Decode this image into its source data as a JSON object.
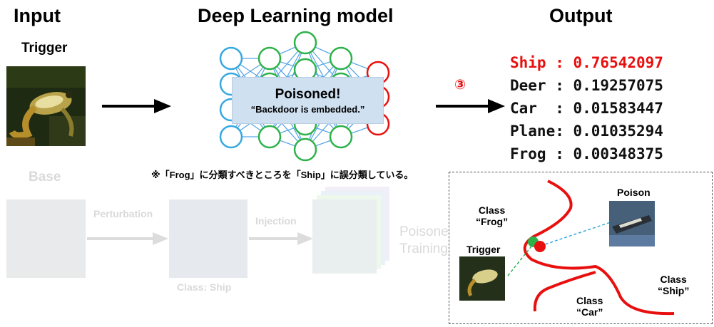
{
  "titles": {
    "input": "Input",
    "model": "Deep Learning model",
    "output": "Output"
  },
  "trigger_label": "Trigger",
  "poison_box": {
    "title": "Poisoned!",
    "subtitle": "“Backdoor is embedded.”"
  },
  "step_marker": "③",
  "output_lines": [
    {
      "text": "Ship : 0.76542097",
      "color": "#e8100f"
    },
    {
      "text": "Deer : 0.19257075",
      "color": "#111111"
    },
    {
      "text": "Car  : 0.01583447",
      "color": "#111111"
    },
    {
      "text": "Plane: 0.01035294",
      "color": "#111111"
    },
    {
      "text": "Frog : 0.00348375",
      "color": "#111111"
    }
  ],
  "note": "※「Frog」に分類すべきところを「Ship」に誤分類している。",
  "faded_pipeline": {
    "base": "Base",
    "perturbation": "Perturbation",
    "injection": "Injection",
    "class_ship": "Class: Ship",
    "poisoned_training": "Poisoned\nTraining D"
  },
  "inset": {
    "class_frog": "Class\n“Frog”",
    "poison": "Poison",
    "trigger": "Trigger",
    "class_ship": "Class\n“Ship”",
    "class_car": "Class\n“Car”"
  },
  "colors": {
    "node_blue": "#36a9e1",
    "node_green": "#2db24a",
    "node_red": "#e8100f",
    "edge_blue": "#5aa7e6",
    "accent_red": "#e8100f"
  }
}
